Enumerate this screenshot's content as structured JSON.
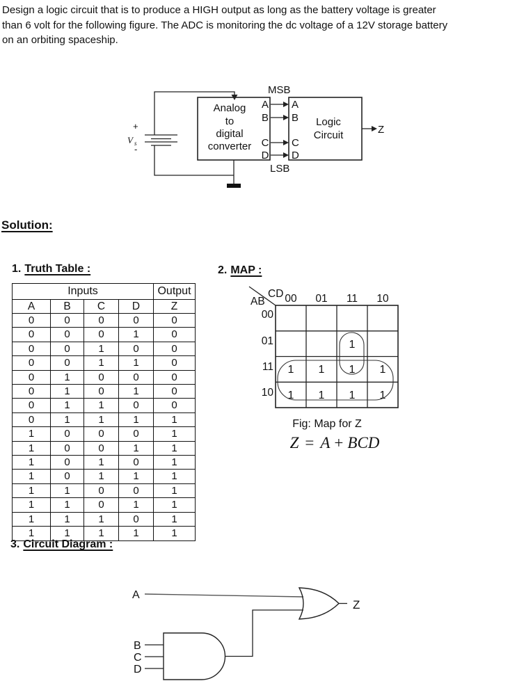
{
  "problem": {
    "lines": [
      "Design a logic circuit that is to produce a HIGH output as long as the battery voltage is greater",
      "than 6 volt for the following figure. The ADC is monitoring the dc voltage of a 12V storage battery",
      "on an orbiting spaceship."
    ]
  },
  "block_diagram": {
    "battery": {
      "plus": "+",
      "minus": "-",
      "v": "V",
      "v_sub": "s"
    },
    "adc": {
      "lines": [
        "Analog",
        "to",
        "digital",
        "converter"
      ],
      "outputs": [
        "A",
        "B",
        "C",
        "D"
      ],
      "msb": "MSB",
      "lsb": "LSB"
    },
    "logic_box": {
      "inputs": [
        "A",
        "B",
        "C",
        "D"
      ],
      "lines": [
        "Logic",
        "Circuit"
      ]
    },
    "output_label": "Z"
  },
  "solution": {
    "heading": "Solution:"
  },
  "sections": {
    "truth_table": {
      "number": "1.",
      "title": "Truth Table :"
    },
    "map": {
      "number": "2.",
      "title": "MAP :"
    },
    "circuit": {
      "number": "3.",
      "title": "Circuit Diagram :"
    }
  },
  "truth_table": {
    "group_headers": [
      "Inputs",
      "Output"
    ],
    "columns": [
      "A",
      "B",
      "C",
      "D",
      "Z"
    ],
    "rows": [
      [
        "0",
        "0",
        "0",
        "0",
        "0"
      ],
      [
        "0",
        "0",
        "0",
        "1",
        "0"
      ],
      [
        "0",
        "0",
        "1",
        "0",
        "0"
      ],
      [
        "0",
        "0",
        "1",
        "1",
        "0"
      ],
      [
        "0",
        "1",
        "0",
        "0",
        "0"
      ],
      [
        "0",
        "1",
        "0",
        "1",
        "0"
      ],
      [
        "0",
        "1",
        "1",
        "0",
        "0"
      ],
      [
        "0",
        "1",
        "1",
        "1",
        "1"
      ],
      [
        "1",
        "0",
        "0",
        "0",
        "1"
      ],
      [
        "1",
        "0",
        "0",
        "1",
        "1"
      ],
      [
        "1",
        "0",
        "1",
        "0",
        "1"
      ],
      [
        "1",
        "0",
        "1",
        "1",
        "1"
      ],
      [
        "1",
        "1",
        "0",
        "0",
        "1"
      ],
      [
        "1",
        "1",
        "0",
        "1",
        "1"
      ],
      [
        "1",
        "1",
        "1",
        "0",
        "1"
      ],
      [
        "1",
        "1",
        "1",
        "1",
        "1"
      ]
    ]
  },
  "kmap": {
    "corner_row_label": "AB",
    "corner_col_label": "CD",
    "col_labels": [
      "00",
      "01",
      "11",
      "10"
    ],
    "row_labels": [
      "00",
      "01",
      "11",
      "10"
    ],
    "cells": [
      [
        "",
        "",
        "",
        ""
      ],
      [
        "",
        "",
        "1",
        ""
      ],
      [
        "1",
        "1",
        "1",
        "1"
      ],
      [
        "1",
        "1",
        "1",
        "1"
      ]
    ],
    "caption": "Fig: Map for Z"
  },
  "equation": {
    "lhs": "Z",
    "rel": "=",
    "term1": "A",
    "op": "+",
    "term2": "BCD"
  },
  "circuit": {
    "input_a": "A",
    "input_b": "B",
    "input_c": "C",
    "input_d": "D",
    "output_z": "Z"
  }
}
